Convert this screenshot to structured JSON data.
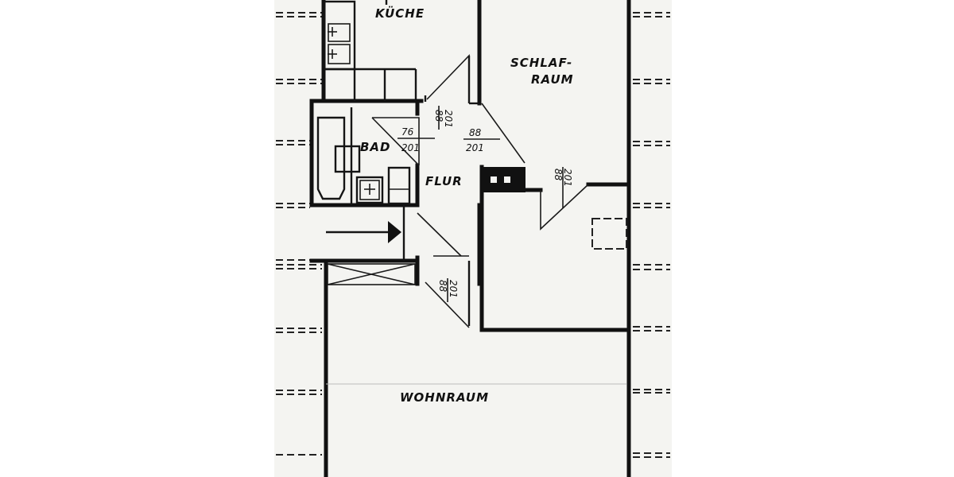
{
  "plan": {
    "type": "floor-plan",
    "rooms": [
      {
        "id": "kueche",
        "label": "KÜCHE"
      },
      {
        "id": "schlafraum",
        "label_line1": "SCHLAF-",
        "label_line2": "RAUM"
      },
      {
        "id": "bad",
        "label": "BAD"
      },
      {
        "id": "flur",
        "label": "FLUR"
      },
      {
        "id": "wohnraum",
        "label": "WOHNRAUM"
      }
    ],
    "doors": [
      {
        "id": "door-kueche",
        "width": "88",
        "height": "201"
      },
      {
        "id": "door-bad",
        "width": "76",
        "height": "201"
      },
      {
        "id": "door-schlafraum-flur",
        "width": "88",
        "height": "201"
      },
      {
        "id": "door-schlafraum",
        "width": "88",
        "height": "201"
      },
      {
        "id": "door-wohnraum",
        "width": "88",
        "height": "201"
      }
    ],
    "entrance": {
      "icon": "entrance-arrow-icon"
    },
    "colors": {
      "paper": "#f4f4f1",
      "lines": "#111111",
      "background": "#ffffff"
    }
  }
}
